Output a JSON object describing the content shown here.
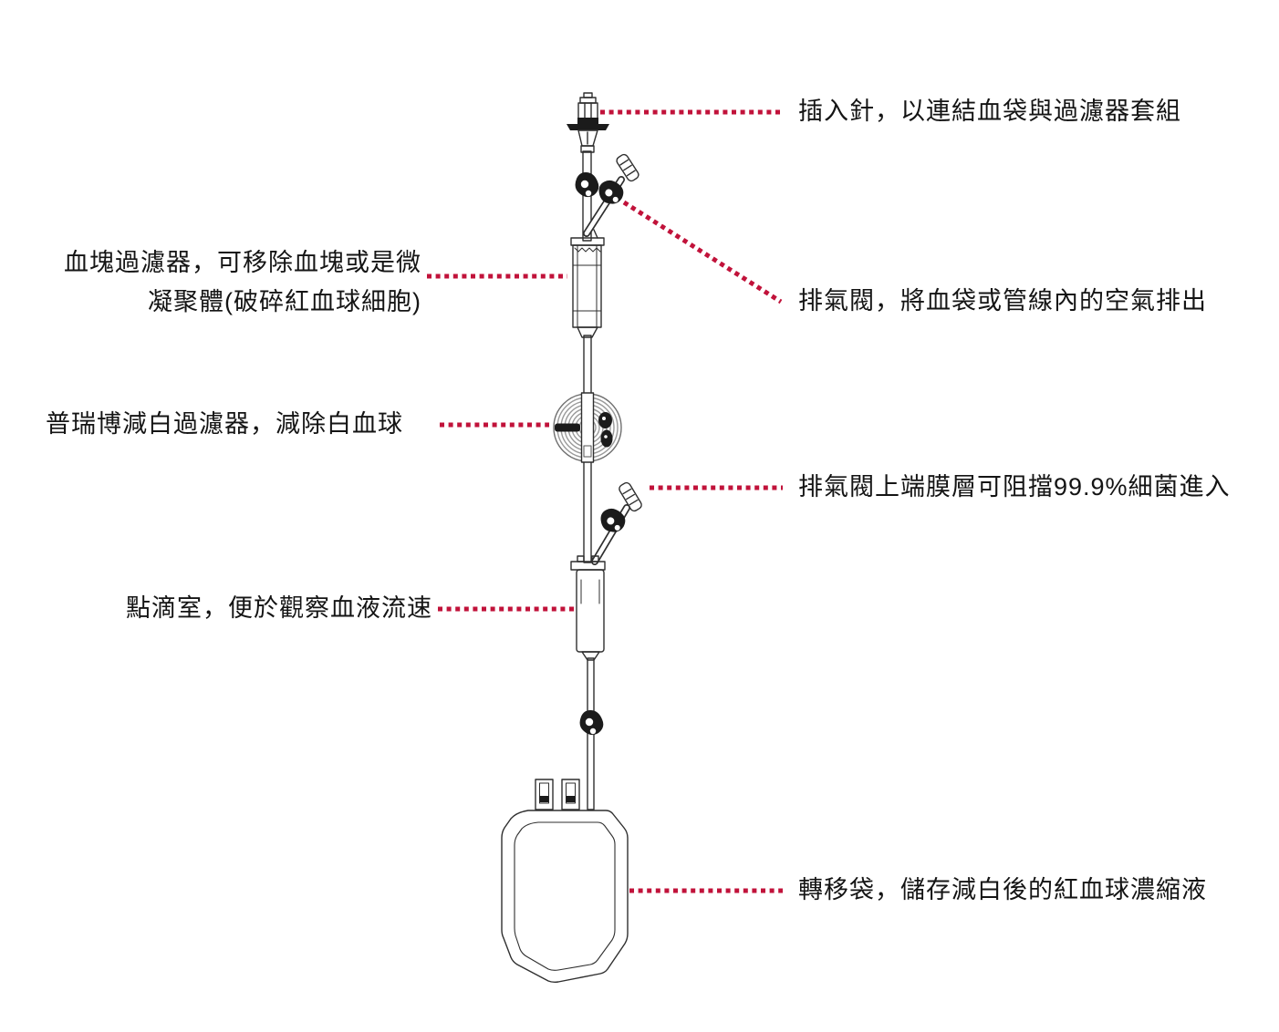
{
  "accent_color": "#C1123A",
  "drawing_color": "#2F2F2F",
  "clamp_color": "#1B1B1B",
  "callouts": {
    "spike": {
      "side": "right",
      "text": "插入針，以連結血袋與過濾器套組"
    },
    "clot_filter": {
      "side": "left",
      "lines": [
        "血塊過濾器，可移除血塊或是微",
        "凝聚體(破碎紅血球細胞)"
      ]
    },
    "air_vent": {
      "side": "right",
      "text": "排氣閥，將血袋或管線內的空氣排出"
    },
    "leuko_filter": {
      "side": "left",
      "text": "普瑞博減白過濾器，減除白血球"
    },
    "vent_membrane": {
      "side": "right",
      "text": "排氣閥上端膜層可阻擋99.9%細菌進入"
    },
    "drip_chamber": {
      "side": "left",
      "text": "點滴室，便於觀察血液流速"
    },
    "transfer_bag": {
      "side": "right",
      "text": "轉移袋，儲存減白後的紅血球濃縮液"
    }
  },
  "components": [
    "insertion-spike",
    "pinch-clamp",
    "air-vent-valve",
    "clot-filter",
    "leukoreduction-filter",
    "air-vent-valve-lower",
    "drip-chamber",
    "pinch-clamp-lower",
    "transfer-bag"
  ]
}
